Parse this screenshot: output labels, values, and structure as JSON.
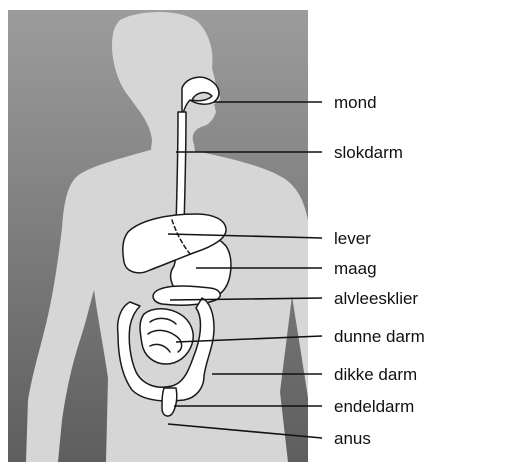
{
  "labels": {
    "mond": "mond",
    "slokdarm": "slokdarm",
    "lever": "lever",
    "maag": "maag",
    "alvleesklier": "alvleesklier",
    "dunne_darm": "dunne darm",
    "dikke_darm": "dikke darm",
    "endeldarm": "endeldarm",
    "anus": "anus"
  },
  "colors": {
    "background_top": "#9c9c9c",
    "background_bottom": "#5e5e5e",
    "silhouette": "#d6d6d6",
    "organ_outline": "#1a1a1a",
    "organ_fill": "#ffffff",
    "label_panel": "#ffffff",
    "leader_line": "#111111"
  }
}
